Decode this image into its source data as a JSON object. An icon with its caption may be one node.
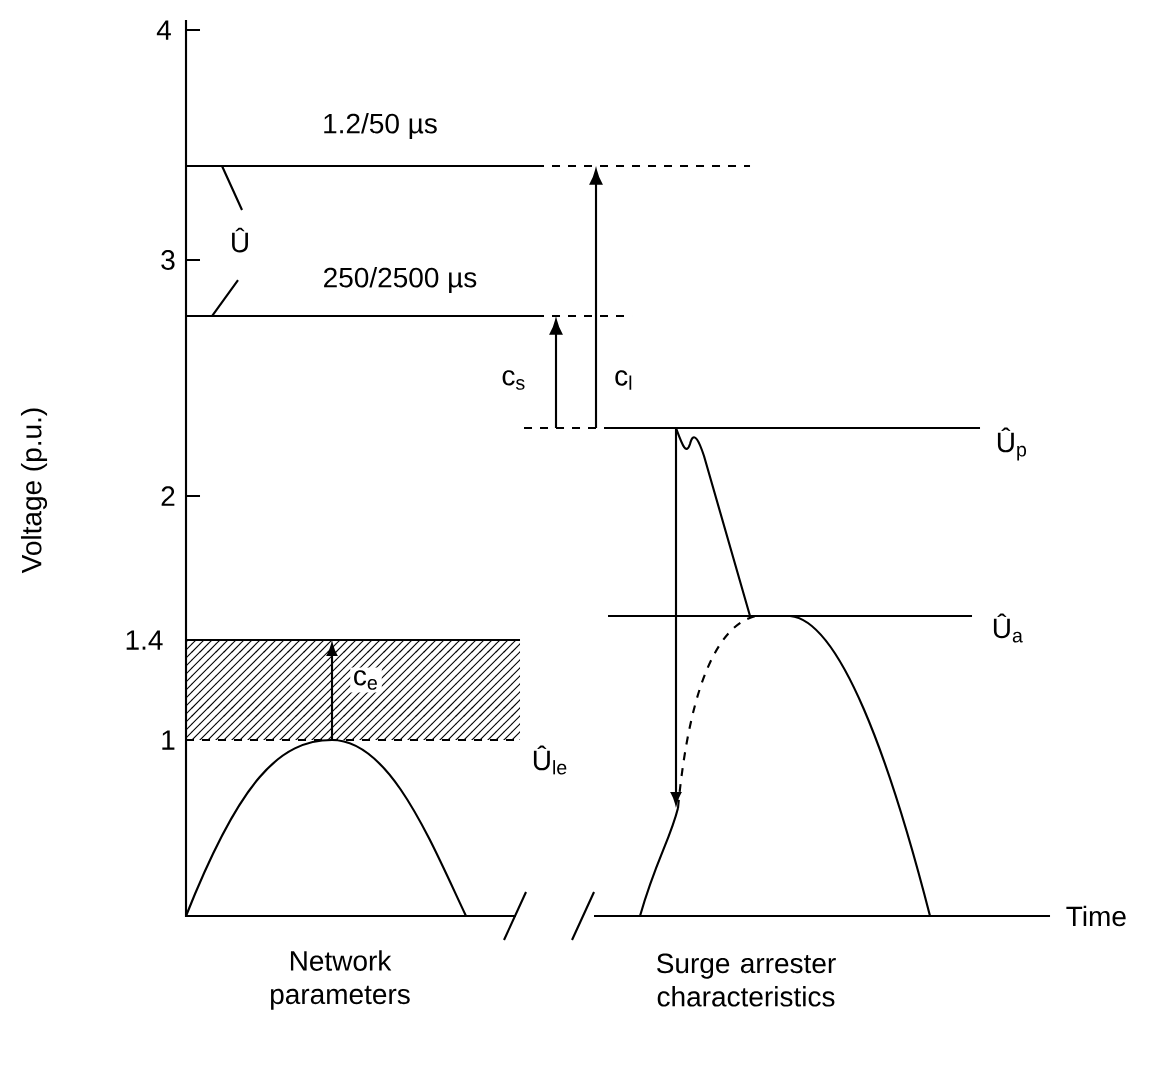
{
  "diagram": {
    "labels": [
      "4",
      "1.2/50 µs",
      "Û",
      "3",
      "250/2500 µs",
      "c$_{s}$",
      "c$_{l}$",
      "Û$_{p}$",
      "2",
      "Voltage (p.u.)",
      "Û$_{a}$",
      "1.4",
      "c$_{e}$",
      "1",
      "Û$_{le}$",
      "Network parameters",
      "Surge arrester characteristics",
      "Time"
    ]
  }
}
